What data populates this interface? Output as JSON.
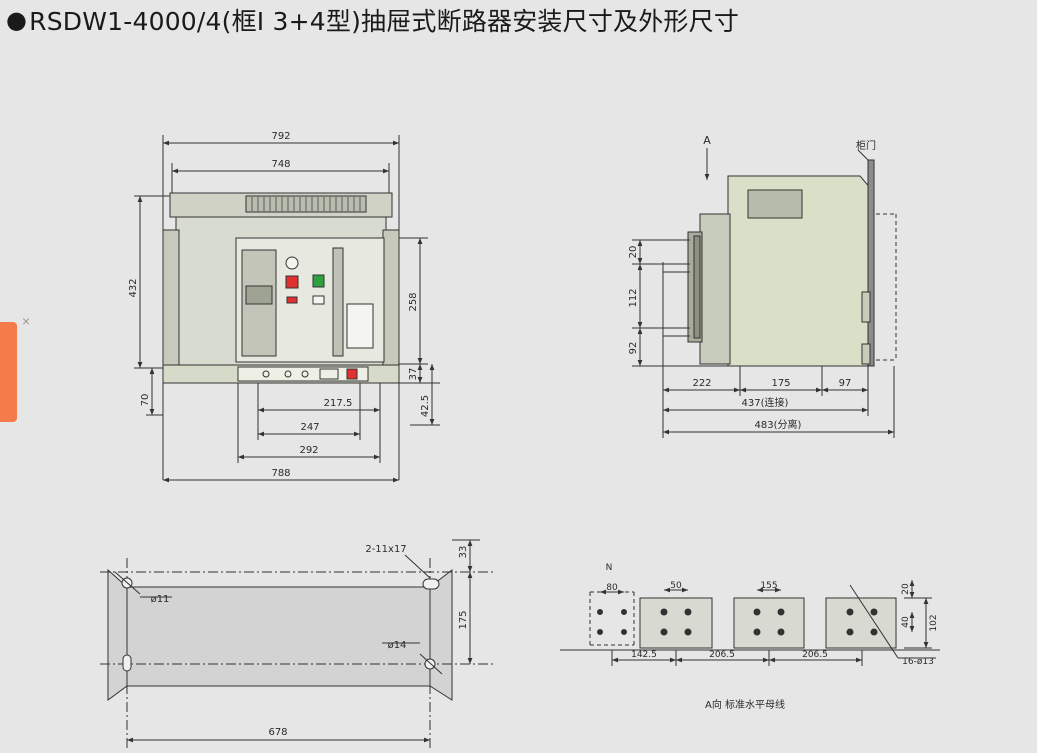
{
  "title": {
    "bullet": "●",
    "text": "RSDW1-4000/4(框I 3+4型)抽屉式断路器安装尺寸及外形尺寸"
  },
  "side_tab": {
    "close_glyph": "×",
    "accent_color": "#f47c4a"
  },
  "front_view": {
    "dims": {
      "w792": "792",
      "w748": "748",
      "h432": "432",
      "h258": "258",
      "h70": "70",
      "h37": "37",
      "h42_5": "42.5",
      "w217_5": "217.5",
      "w247": "247",
      "w292": "292",
      "w788": "788"
    }
  },
  "side_view": {
    "arrow_label": "A",
    "door_label": "柜门",
    "dims": {
      "h20": "20",
      "h112": "112",
      "h92": "92",
      "w222": "222",
      "w175": "175",
      "w97": "97",
      "w437": "437(连接)",
      "w483": "483(分离)"
    }
  },
  "mount_view": {
    "dims": {
      "slot": "2-11x17",
      "h33": "33",
      "h175": "175",
      "d11": "ø11",
      "d14": "ø14",
      "w678": "678"
    }
  },
  "busbar_view": {
    "n_label": "N",
    "caption": "A向 标准水平母线",
    "dims": {
      "w80": "80",
      "w50": "50",
      "w155": "155",
      "h20": "20",
      "h40": "40",
      "h102": "102",
      "w142_5": "142.5",
      "w206_5a": "206.5",
      "w206_5b": "206.5",
      "holes": "16-ø13"
    }
  }
}
